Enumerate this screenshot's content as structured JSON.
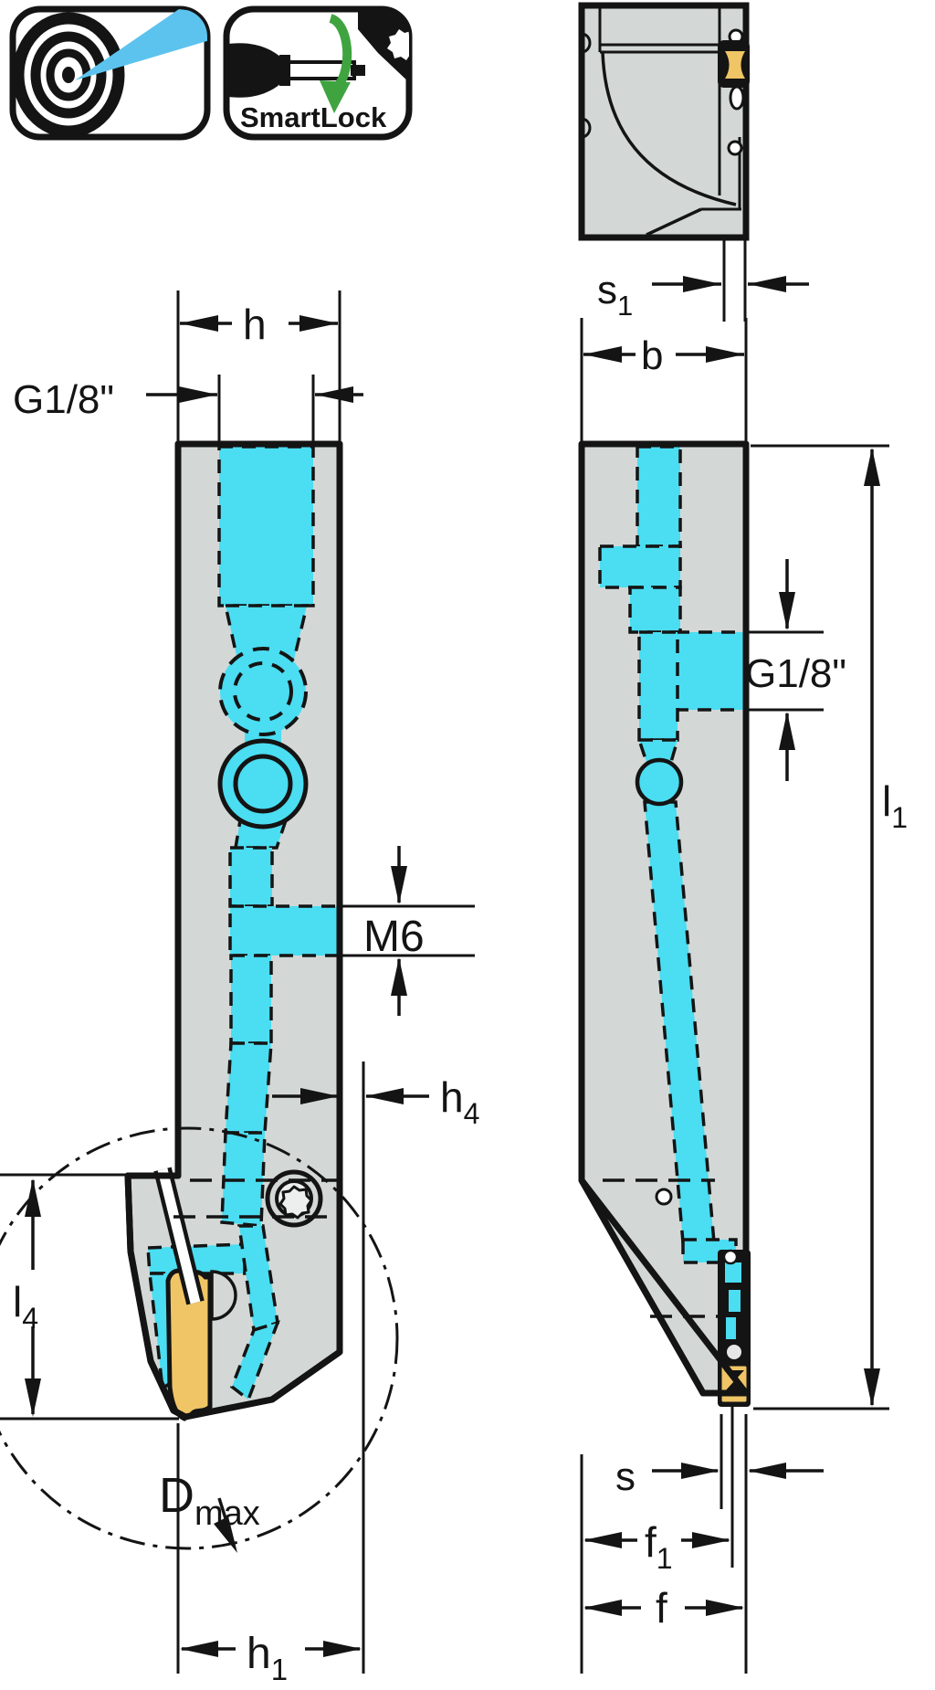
{
  "colors": {
    "body_gray": "#D3D8D7",
    "coolant_cyan": "#4BDDF1",
    "insert_orange": "#F0C565",
    "jet_blue": "#5CC3EE",
    "smartlock_green": "#3FA440",
    "line_black": "#141414"
  },
  "badges": {
    "smartlock_label": "SmartLock"
  },
  "dimensions": {
    "s1": {
      "main": "s",
      "sub": "1"
    },
    "h": {
      "main": "h"
    },
    "g18_front": {
      "main": "G1/8\""
    },
    "m6": {
      "main": "M6"
    },
    "h4": {
      "main": "h",
      "sub": "4"
    },
    "l4": {
      "main": "l",
      "sub": "4"
    },
    "dmax": {
      "main": "D",
      "sub": "max"
    },
    "h1": {
      "main": "h",
      "sub": "1"
    },
    "b": {
      "main": "b"
    },
    "g18_side": {
      "main": "G1/8\""
    },
    "l1": {
      "main": "l",
      "sub": "1"
    },
    "s": {
      "main": "s"
    },
    "f1": {
      "main": "f",
      "sub": "1"
    },
    "f": {
      "main": "f"
    }
  }
}
